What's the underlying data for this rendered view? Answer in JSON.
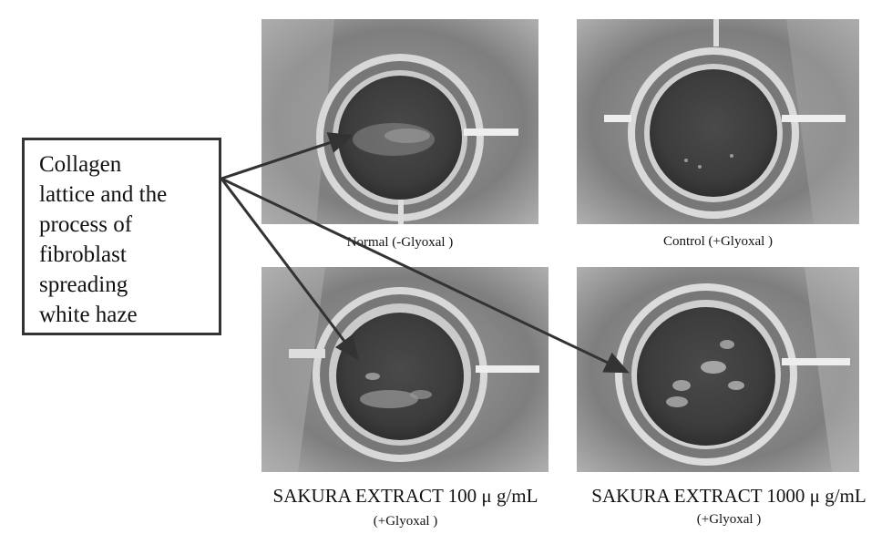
{
  "callout": {
    "lines": [
      "Collagen",
      "lattice and the",
      "process of",
      "fibroblast",
      "spreading",
      "white haze"
    ]
  },
  "photos": [
    {
      "caption": "Normal  (-Glyoxal )"
    },
    {
      "caption": "Control  (+Glyoxal )"
    },
    {
      "caption_main": "SAKURA EXTRACT 100  μ g/mL",
      "caption_sub": "(+Glyoxal )"
    },
    {
      "caption_main": "SAKURA EXTRACT 1000  μ g/mL",
      "caption_sub": "(+Glyoxal )"
    }
  ],
  "colors": {
    "border": "#333333",
    "arrow": "#333333"
  }
}
